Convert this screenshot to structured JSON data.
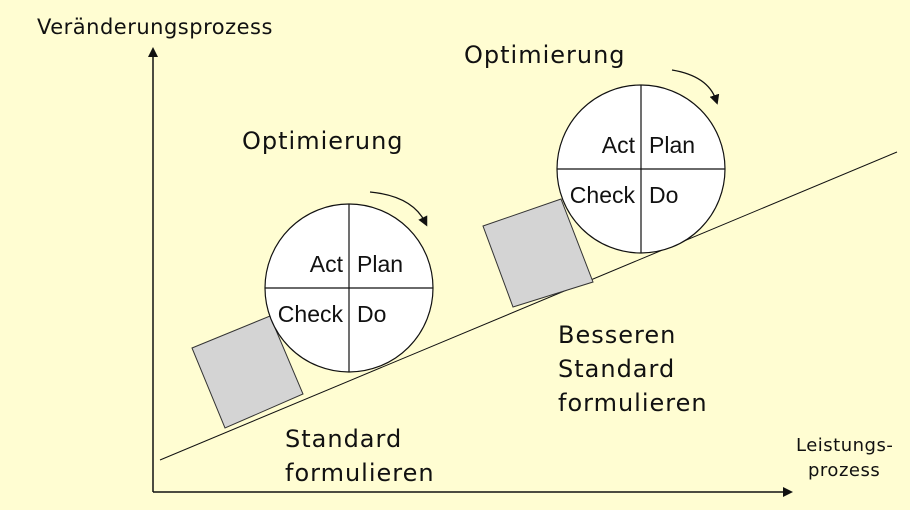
{
  "axes": {
    "y_label": "Veränderungsprozess",
    "x_label_line1": "Leistungs-",
    "x_label_line2": "prozess"
  },
  "cycle_lower": {
    "title": "Optimierung",
    "act": "Act",
    "plan": "Plan",
    "check": "Check",
    "do": "Do"
  },
  "cycle_upper": {
    "title": "Optimierung",
    "act": "Act",
    "plan": "Plan",
    "check": "Check",
    "do": "Do"
  },
  "standard_lower": {
    "line1": "Standard",
    "line2": "formulieren"
  },
  "standard_upper": {
    "line1": "Besseren",
    "line2": "Standard",
    "line3": "formulieren"
  },
  "colors": {
    "background": "#fffdd2",
    "wedge": "#d4d4d4",
    "circle": "#ffffff",
    "line": "#111111"
  }
}
